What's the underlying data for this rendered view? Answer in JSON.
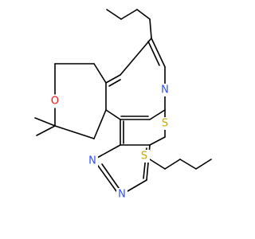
{
  "molecule": {
    "atoms": {
      "O": {
        "symbol": "O",
        "color": "#FF0D0D"
      },
      "N1": {
        "symbol": "N",
        "color": "#3050F8"
      },
      "S1": {
        "symbol": "S",
        "color": "#C8A800"
      },
      "N2": {
        "symbol": "N",
        "color": "#3050F8"
      },
      "N3": {
        "symbol": "N",
        "color": "#3050F8"
      },
      "S2": {
        "symbol": "S",
        "color": "#C8A800"
      }
    }
  }
}
